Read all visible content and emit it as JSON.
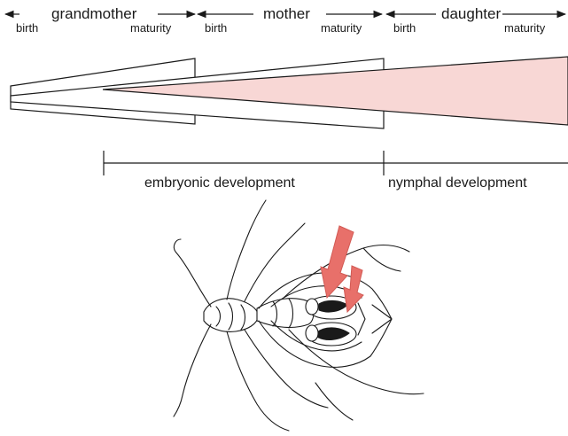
{
  "generations": {
    "grandmother": {
      "name": "grandmother",
      "birth": "birth",
      "maturity": "maturity"
    },
    "mother": {
      "name": "mother",
      "birth": "birth",
      "maturity": "maturity"
    },
    "daughter": {
      "name": "daughter",
      "birth": "birth",
      "maturity": "maturity"
    }
  },
  "stages": {
    "embryonic": "embryonic development",
    "nymphal": "nymphal development"
  },
  "colors": {
    "line": "#1a1a1a",
    "daughter_fill": "#f8d7d5",
    "arrow": "#e8706a"
  },
  "icons": {
    "insect": "aphid-outline-icon",
    "arrow": "pink-arrow-icon"
  }
}
